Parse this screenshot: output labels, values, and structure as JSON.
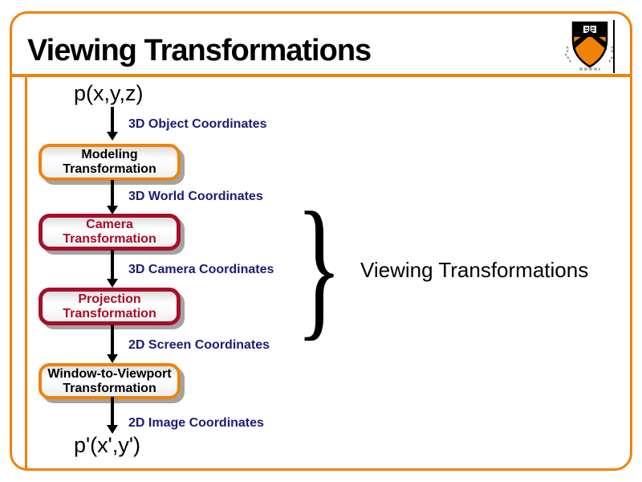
{
  "header": {
    "title": "Viewing Transformations"
  },
  "diagram": {
    "input_point": "p(x,y,z)",
    "output_point": "p'(x',y')",
    "coordinate_labels": [
      "3D Object Coordinates",
      "3D World Coordinates",
      "3D Camera Coordinates",
      "2D Screen Coordinates",
      "2D Image Coordinates"
    ],
    "boxes": [
      {
        "line1": "Modeling",
        "line2": "Transformation",
        "variant": "orange"
      },
      {
        "line1": "Camera",
        "line2": "Transformation",
        "variant": "red"
      },
      {
        "line1": "Projection",
        "line2": "Transformation",
        "variant": "red"
      },
      {
        "line1": "Window-to-Viewport",
        "line2": "Transformation",
        "variant": "orange"
      }
    ],
    "brace_glyph": "}",
    "brace_label": "Viewing Transformations"
  },
  "colors": {
    "accent_orange": "#F0820A",
    "dark_red": "#A80E28",
    "coordinate_navy": "#1B1B78",
    "shadow_gray": "#A3A3A3"
  }
}
